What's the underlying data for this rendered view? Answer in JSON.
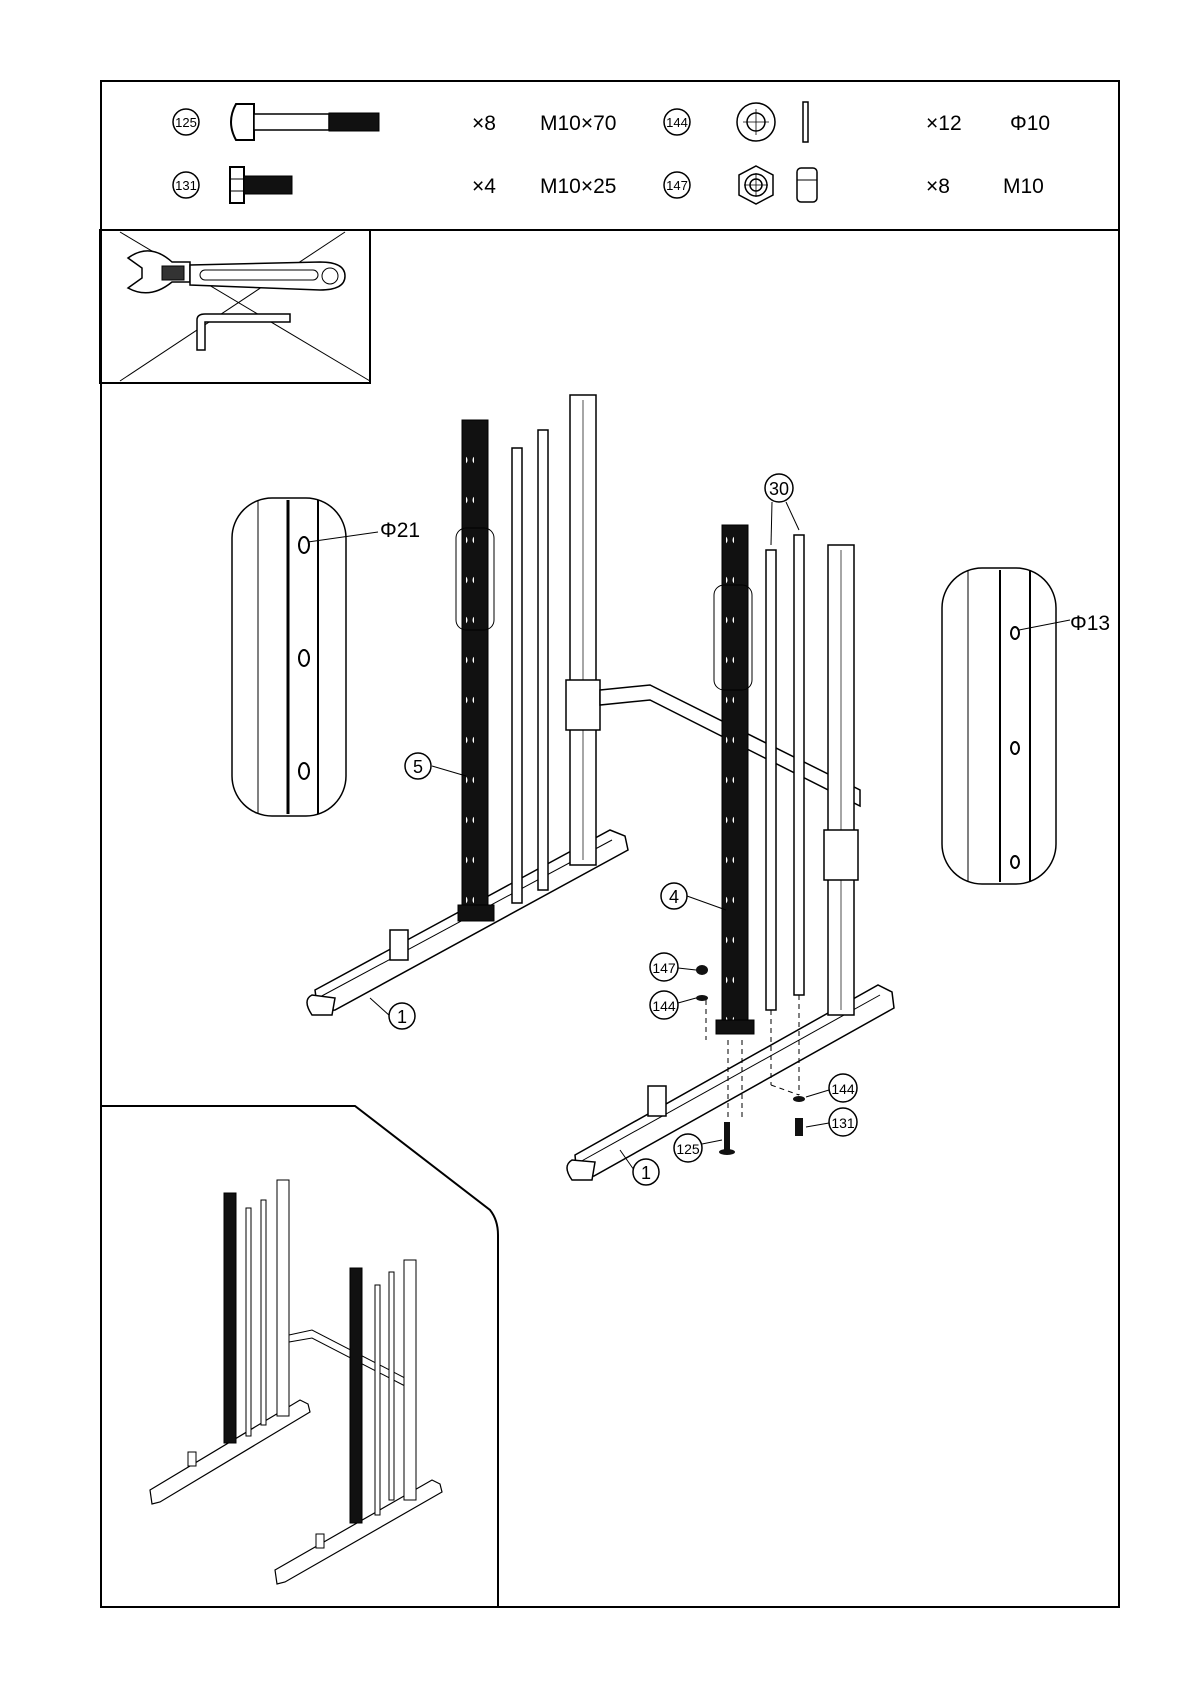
{
  "parts": [
    {
      "ref": "125",
      "qty": "×8",
      "spec": "M10×70",
      "icon": "carriage-bolt-icon"
    },
    {
      "ref": "131",
      "qty": "×4",
      "spec": "M10×25",
      "icon": "hex-bolt-icon"
    },
    {
      "ref": "144",
      "qty": "×12",
      "spec": "Φ10",
      "icon": "flat-washer-icon"
    },
    {
      "ref": "147",
      "qty": "×8",
      "spec": "M10",
      "icon": "lock-nut-icon"
    }
  ],
  "tools": [
    "wrench-icon",
    "hex-key-icon"
  ],
  "callouts": {
    "upright_left": "5",
    "upright_right": "4",
    "base_left": "1",
    "base_right": "1",
    "rods": "30",
    "nut": "147",
    "washer_top": "144",
    "washer_bottom": "144",
    "bolt_long": "125",
    "bolt_short": "131"
  },
  "details": {
    "hole_large": "Φ21",
    "hole_small": "Φ13"
  },
  "colors": {
    "line": "#000000",
    "fill": "#ffffff",
    "dark": "#1a1a1a"
  }
}
